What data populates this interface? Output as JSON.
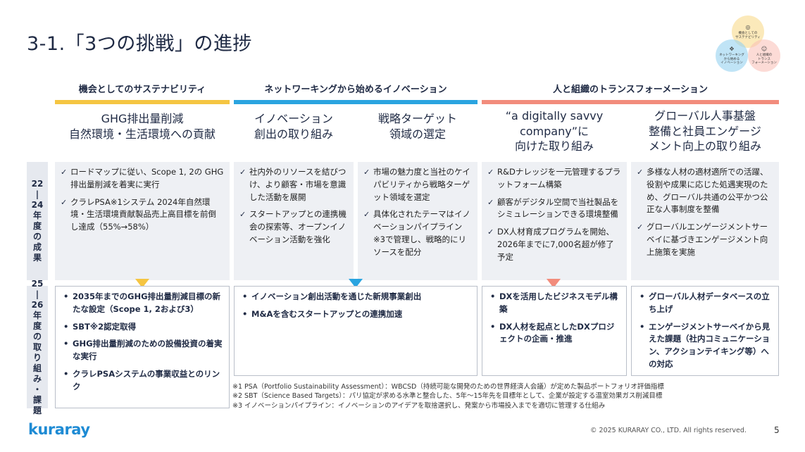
{
  "title": "3-1.「3つの挑戦」の進捗",
  "venn": {
    "top": "機会としての\nサステナビリティ",
    "left": "ネットワーキング\nから始める\nイノベーション",
    "right": "人と組織の\nトランス\nフォーメーション"
  },
  "side_labels": {
    "results": "22\n|\n24\n年\n度\nの\n成\n果",
    "plans": "25\n|\n26\n年\n度\nの\n取\nり\n組\nみ\n・\n課\n題"
  },
  "categories": [
    {
      "label": "機会としてのサステナビリティ",
      "color": "#f5c542"
    },
    {
      "label": "ネットワーキングから始めるイノベーション",
      "color": "#2aa4e0"
    },
    {
      "label": "人と組織のトランスフォーメーション",
      "color": "#f28c7c"
    }
  ],
  "columns": [
    {
      "heading": "GHG排出量削減\n自然環境・生活環境への貢献",
      "results": [
        "ロードマップに従い、Scope 1, 2の GHG排出量削減を着実に実行",
        "クラレPSA※1システム 2024年自然環境・生活環境貢献製品売上高目標を前倒し達成（55%→58%）"
      ]
    },
    {
      "heading": "イノベーション\n創出の取り組み",
      "results": [
        "社内外のリソースを結びつけ、より顧客・市場を意識した活動を展開",
        "スタートアップとの連携機会の探索等、オープンイノベーション活動を強化"
      ]
    },
    {
      "heading": "戦略ターゲット\n領域の選定",
      "results": [
        "市場の魅力度と当社のケイパビリティから戦略ターゲット領域を選定",
        "具体化されたテーマはイノベーションパイプライン※3で管理し、戦略的にリソースを配分"
      ]
    },
    {
      "heading": "“a digitally savvy\ncompany”に\n向けた取り組み",
      "results": [
        "R&Dナレッジを一元管理するプラットフォーム構築",
        "顧客がデジタル空間で当社製品をシミュレーションできる環境整備",
        "DX人材育成プログラムを開始、2026年までに7,000名超が修了予定"
      ]
    },
    {
      "heading": "グローバル人事基盤\n整備と社員エンゲージ\nメント向上の取り組み",
      "results": [
        "多様な人材の適材適所での活躍、役割や成果に応じた処遇実現のため、グローバル共通の公平かつ公正な人事制度を整備",
        "グローバルエンゲージメントサーベイに基づきエンゲージメント向上施策を実施"
      ]
    }
  ],
  "plans": [
    [
      "2035年までのGHG排出量削減目標の新たな設定（Scope 1, 2および3）",
      "SBT※2認定取得",
      "GHG排出量削減のための設備投資の着実な実行",
      "クラレPSAシステムの事業収益とのリンク"
    ],
    [
      "イノベーション創出活動を通じた新規事業創出",
      "M&Aを含むスタートアップとの連携加速"
    ],
    [
      "DXを活用したビジネスモデル構築",
      "DX人材を起点としたDXプロジェクトの企画・推進"
    ],
    [
      "グローバル人材データベースの立ち上げ",
      "エンゲージメントサーベイから見えた課題（社内コミュニケーション、アクションテイキング等）への対応"
    ]
  ],
  "notes": [
    "※1 PSA（Portfolio Sustainability Assessment）：WBCSD（持続可能な開発のための世界経済人会議）が定めた製品ポートフォリオ評価指標",
    "※2 SBT（Science Based Targets）：パリ協定が求める水準と整合した、5年〜15年先を目標年として、企業が設定する温室効果ガス削減目標",
    "※3 イノベーションパイプライン：イノベーションのアイデアを取捨選択し、発案から市場投入までを適切に管理する仕組み"
  ],
  "logo": "kuraray",
  "copyright": "© 2025 KURARAY CO., LTD. All rights reserved.",
  "page_number": "5",
  "icons": {
    "top": "globe-icon",
    "left": "network-icon",
    "right": "people-icon"
  }
}
